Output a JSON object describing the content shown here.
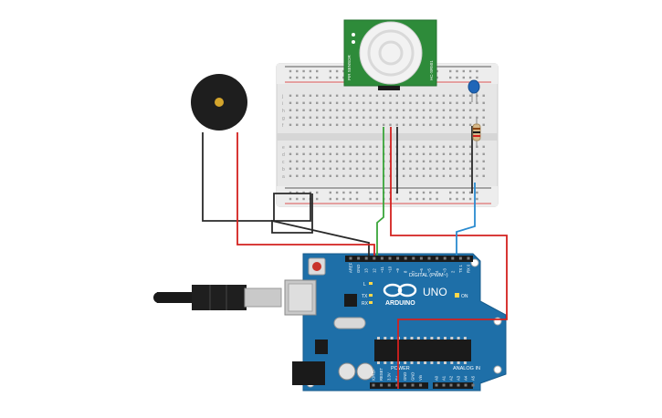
{
  "pir_sensor": {
    "label_left": "PIR SENSOR",
    "label_right": "HC-SR501"
  },
  "arduino": {
    "brand": "ARDUINO",
    "model": "UNO",
    "on_label": "ON",
    "tx_label": "TX",
    "rx_label": "RX",
    "l_label": "L",
    "digital_label": "DIGITAL (PWM~)",
    "power_label": "POWER",
    "analog_label": "ANALOG IN",
    "digital_pins": [
      "AREF",
      "GND",
      "13",
      "12",
      "~11",
      "~10",
      "~9",
      "8",
      "7",
      "~6",
      "~5",
      "4",
      "~3",
      "2",
      "TX 1",
      "RX 0"
    ],
    "power_pins": [
      "IOREF",
      "RESET",
      "3.3V",
      "5V",
      "GND",
      "GND",
      "Vin"
    ],
    "analog_pins": [
      "A0",
      "A1",
      "A2",
      "A3",
      "A4",
      "A5"
    ]
  },
  "breadboard": {
    "row_letters_top": [
      "j",
      "i",
      "h",
      "g",
      "f"
    ],
    "row_letters_bottom": [
      "e",
      "d",
      "c",
      "b",
      "a"
    ]
  },
  "colors": {
    "wire_red": "#d3211e",
    "wire_black": "#2a2a2a",
    "wire_green": "#3aa53a",
    "wire_blue": "#2a8bd0",
    "board_blue": "#1e6fa8",
    "pir_green": "#2e8b3a"
  }
}
